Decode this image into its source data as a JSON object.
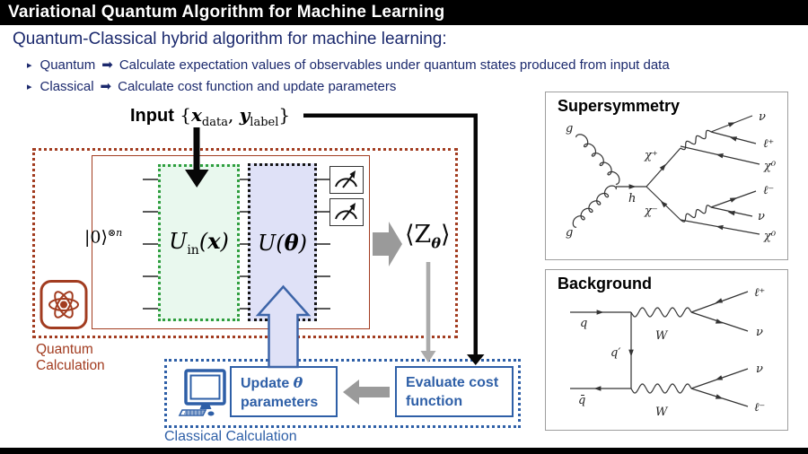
{
  "title_bar": {
    "title": "Variational Quantum Algorithm for Machine Learning"
  },
  "intro": {
    "heading": "Quantum-Classical hybrid algorithm for machine learning:",
    "bullets": [
      {
        "marker": "▸",
        "term": "Quantum",
        "arrow": "➡",
        "text": "Calculate expectation values of observables under quantum states produced from input data"
      },
      {
        "marker": "▸",
        "term": "Classical",
        "arrow": "➡",
        "text": "Calculate cost function and update parameters"
      }
    ]
  },
  "flow": {
    "input": {
      "word": "Input",
      "open": " {",
      "x": "x",
      "x_sub": "data",
      "comma": ", ",
      "y": "y",
      "y_sub": "label",
      "close": "}"
    },
    "quantum": {
      "state": "|0⟩",
      "state_sup": "⊗n",
      "u_in": {
        "u": "U",
        "sub": "in",
        "open": "(",
        "arg": "x",
        "close": ")"
      },
      "u_theta": {
        "u": "U",
        "open": "(",
        "arg": "θ",
        "close": ")"
      },
      "observable": {
        "open": "⟨",
        "z": "Z",
        "sub": "θ",
        "close": "⟩"
      },
      "label_line1": "Quantum",
      "label_line2": "Calculation"
    },
    "classical": {
      "update": {
        "line1_text": "Update ",
        "line1_theta": "θ",
        "line2": "parameters"
      },
      "evaluate": {
        "line1": "Evaluate cost",
        "line2": "function"
      },
      "label": "Classical Calculation"
    }
  },
  "panels": {
    "susy": {
      "title": "Supersymmetry",
      "g_top": "g",
      "g_bottom": "g",
      "h": "h",
      "chi_plus": "χ⁺",
      "chi_minus": "χ⁻",
      "out1": "ν",
      "out2": "ℓ⁺",
      "out3": "χ⁰",
      "out4": "ℓ⁻",
      "out5": "ν",
      "out6": "χ⁰"
    },
    "background": {
      "title": "Background",
      "q": "q",
      "q_prime": "q′",
      "q_bar": "q̄",
      "w_top": "W",
      "w_bottom": "W",
      "out1": "ℓ⁺",
      "out2": "ν",
      "out3": "ν",
      "out4": "ℓ⁻"
    }
  },
  "colors": {
    "navy": "#1b296d",
    "brick": "#a23c20",
    "green": "#2e9e3e",
    "green_fill": "#e9f8ee",
    "lavender": "#dfe1f7",
    "blue": "#2e5fa7",
    "gray": "#9a9a9a",
    "gray_light": "#ababab"
  }
}
